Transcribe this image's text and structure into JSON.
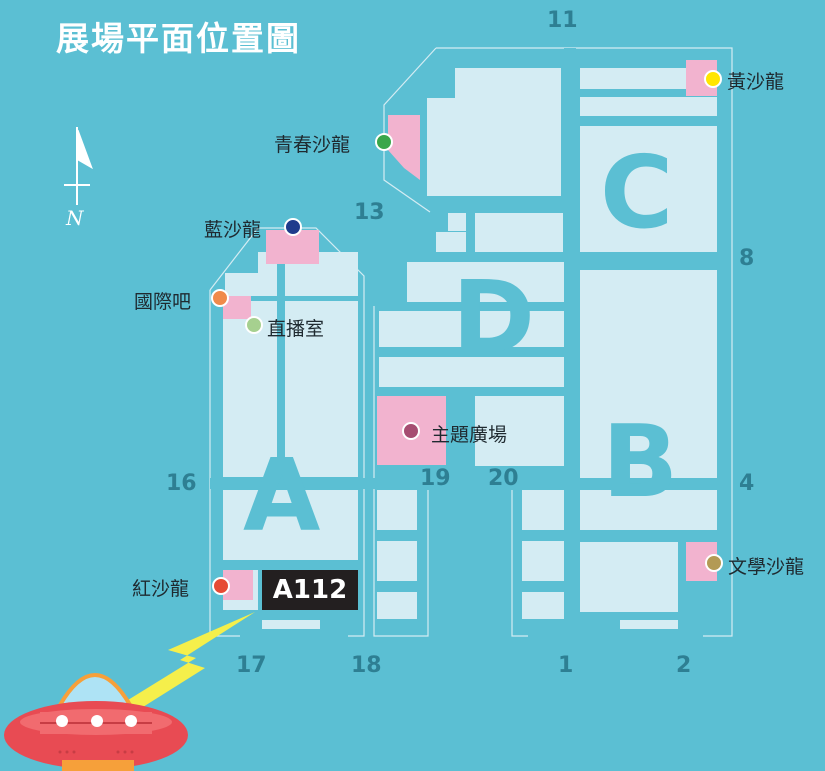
{
  "title": "展場平面位置圖",
  "compass": {
    "label": "N"
  },
  "halls": {
    "a": "A",
    "b": "B",
    "c": "C",
    "d": "D"
  },
  "gates": {
    "g11": "11",
    "g13": "13",
    "g8": "8",
    "g16": "16",
    "g19": "19",
    "g20": "20",
    "g4": "4",
    "g17": "17",
    "g18": "18",
    "g1": "1",
    "g2": "2"
  },
  "salons": {
    "yellow": "黃沙龍",
    "youth": "青春沙龍",
    "blue": "藍沙龍",
    "bar": "國際吧",
    "studio": "直播室",
    "plaza": "主題廣場",
    "red": "紅沙龍",
    "literature": "文學沙龍"
  },
  "booth": "A112",
  "colors": {
    "background": "#5bbfd3",
    "block": "#d4ecf3",
    "pink": "#f2b3cf",
    "yellow_dot": "#ffe600",
    "green_dot": "#3aa64b",
    "blue_dot": "#1f3c8c",
    "orange_dot": "#f08a4b",
    "lightgreen_dot": "#a6d08f",
    "plaza_dot": "#a64d72",
    "red_dot": "#e64b35",
    "literature_dot": "#b39a55"
  }
}
